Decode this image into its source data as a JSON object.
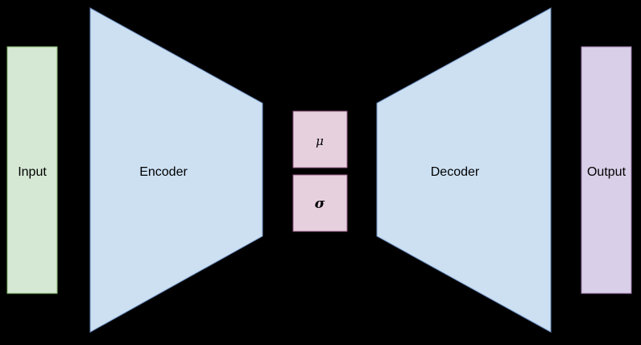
{
  "blocks": {
    "input": {
      "label": "Input",
      "fill": "#d5e8d4",
      "stroke": "#82b366"
    },
    "encoder": {
      "label": "Encoder",
      "fill": "#cce0f2",
      "stroke": "#6c8ebf"
    },
    "mu": {
      "label": "μ",
      "fill": "#e6d0de",
      "stroke": "#996185"
    },
    "sigma": {
      "label": "σ",
      "fill": "#e6d0de",
      "stroke": "#996185"
    },
    "decoder": {
      "label": "Decoder",
      "fill": "#cce0f2",
      "stroke": "#6c8ebf"
    },
    "output": {
      "label": "Output",
      "fill": "#d9cfe8",
      "stroke": "#9673a6"
    }
  },
  "background": "#000000"
}
